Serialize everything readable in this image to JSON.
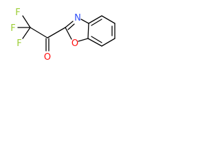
{
  "molecule": {
    "atoms": {
      "f_top": "F",
      "f_left": "F",
      "f_bottom": "F",
      "o_carbonyl": "O",
      "n_ring": "N",
      "o_ring": "O"
    },
    "colors": {
      "bond": "#000000",
      "fluorine": "#9acd32",
      "oxygen": "#ff0d0d",
      "nitrogen": "#3050f8"
    }
  }
}
